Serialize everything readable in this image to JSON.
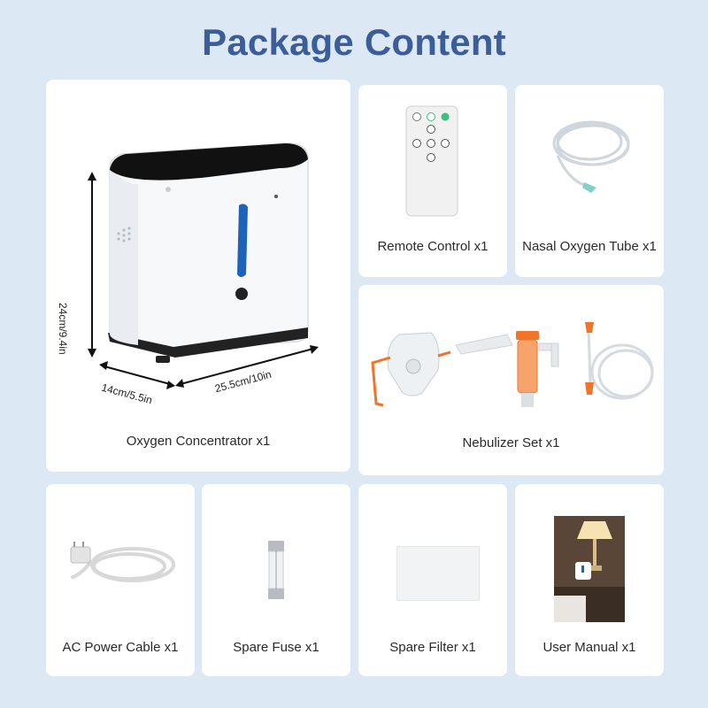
{
  "title": "Package Content",
  "items": {
    "concentrator": {
      "label": "Oxygen Concentrator x1",
      "dim_height": "24cm/9.4in",
      "dim_depth": "14cm/5.5in",
      "dim_width": "25.5cm/10in"
    },
    "remote": {
      "label": "Remote Control x1"
    },
    "nasal_tube": {
      "label": "Nasal Oxygen Tube x1"
    },
    "nebulizer": {
      "label": "Nebulizer Set  x1"
    },
    "power_cable": {
      "label": "AC Power Cable x1"
    },
    "fuse": {
      "label": "Spare Fuse x1"
    },
    "filter": {
      "label": "Spare Filter x1"
    },
    "manual": {
      "label": "User Manual x1"
    }
  },
  "colors": {
    "background": "#dde8f5",
    "title": "#3b5e9a",
    "accent_blue": "#1f63b8",
    "accent_orange": "#f0742a",
    "accent_green": "#3cbf7a"
  }
}
